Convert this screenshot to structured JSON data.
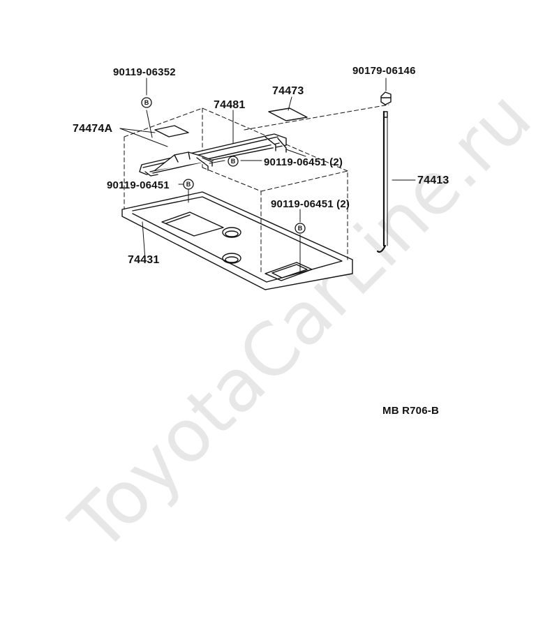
{
  "watermark": "ToyotaCarLine.ru",
  "diagram_code": "MB  R706-B",
  "bolt_symbol": "B",
  "parts": {
    "bolt_top_left": "90119-06352",
    "nut_top_right": "90179-06146",
    "pad_right": "74473",
    "clamp": "74481",
    "pad_left": "74474A",
    "bolt_center": "90119-06451 (2)",
    "rod": "74413",
    "bolt_left": "90119-06451",
    "bolt_right": "90119-06451 (2)",
    "tray": "74431"
  },
  "colors": {
    "line": "#111111",
    "background": "#ffffff"
  }
}
